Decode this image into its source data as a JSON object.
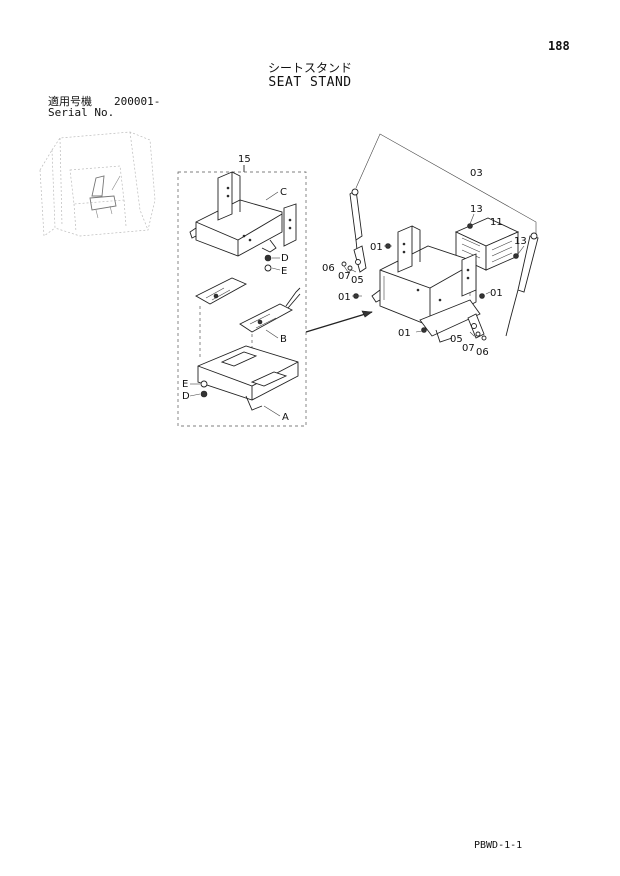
{
  "page_number": "188",
  "title_jp": "シートスタンド",
  "title_en": "SEAT STAND",
  "serial": {
    "label_jp": "適用号機",
    "value": "200001-",
    "label_en": "Serial No."
  },
  "doc_code": "PBWD-1-1",
  "callouts": {
    "assembly": "15",
    "part_a": "A",
    "part_b": "B",
    "part_c": "C",
    "part_d_1": "D",
    "part_d_2": "D",
    "part_e_1": "E",
    "part_e_2": "E",
    "part_03": "03",
    "part_13_1": "13",
    "part_13_2": "13",
    "part_11": "11",
    "part_01_1": "01",
    "part_01_2": "01",
    "part_01_3": "01",
    "part_01_4": "01",
    "part_06_1": "06",
    "part_07_1": "07",
    "part_05_1": "05",
    "part_05_2": "05",
    "part_07_2": "07",
    "part_06_2": "06"
  }
}
